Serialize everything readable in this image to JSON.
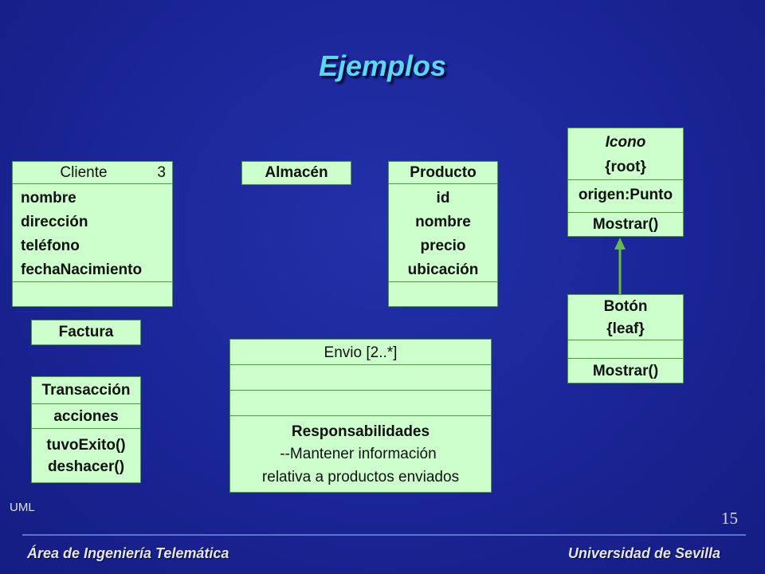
{
  "title": "Ejemplos",
  "classes": {
    "cliente": {
      "name": "Cliente",
      "multiplicity": "3",
      "attributes": [
        "nombre",
        "dirección",
        "teléfono",
        "fechaNacimiento"
      ]
    },
    "almacen": {
      "name": "Almacén"
    },
    "producto": {
      "name": "Producto",
      "attributes": [
        "id",
        "nombre",
        "precio",
        "ubicación"
      ]
    },
    "icono": {
      "name": "Icono",
      "stereotype": "{root}",
      "attribute": "origen:Punto",
      "operation": "Mostrar()"
    },
    "boton": {
      "name": "Botón",
      "stereotype": "{leaf}",
      "operation": "Mostrar()"
    },
    "factura": {
      "name": "Factura"
    },
    "transaccion": {
      "name": "Transacción",
      "attribute": "acciones",
      "operations": [
        "tuvoExito()",
        "deshacer()"
      ]
    },
    "envio": {
      "name": "Envio [2..*]",
      "responsibilities": [
        "Responsabilidades",
        "--Mantener información",
        "relativa a productos enviados"
      ]
    }
  },
  "colors": {
    "class_fill": "#ccffcc",
    "class_border": "#4d9a36",
    "arrow": "#6ab84c",
    "title": "#5ad8f2"
  },
  "footer": {
    "label": "UML",
    "page": "15",
    "left": "Área de Ingeniería Telemática",
    "right": "Universidad de Sevilla"
  }
}
